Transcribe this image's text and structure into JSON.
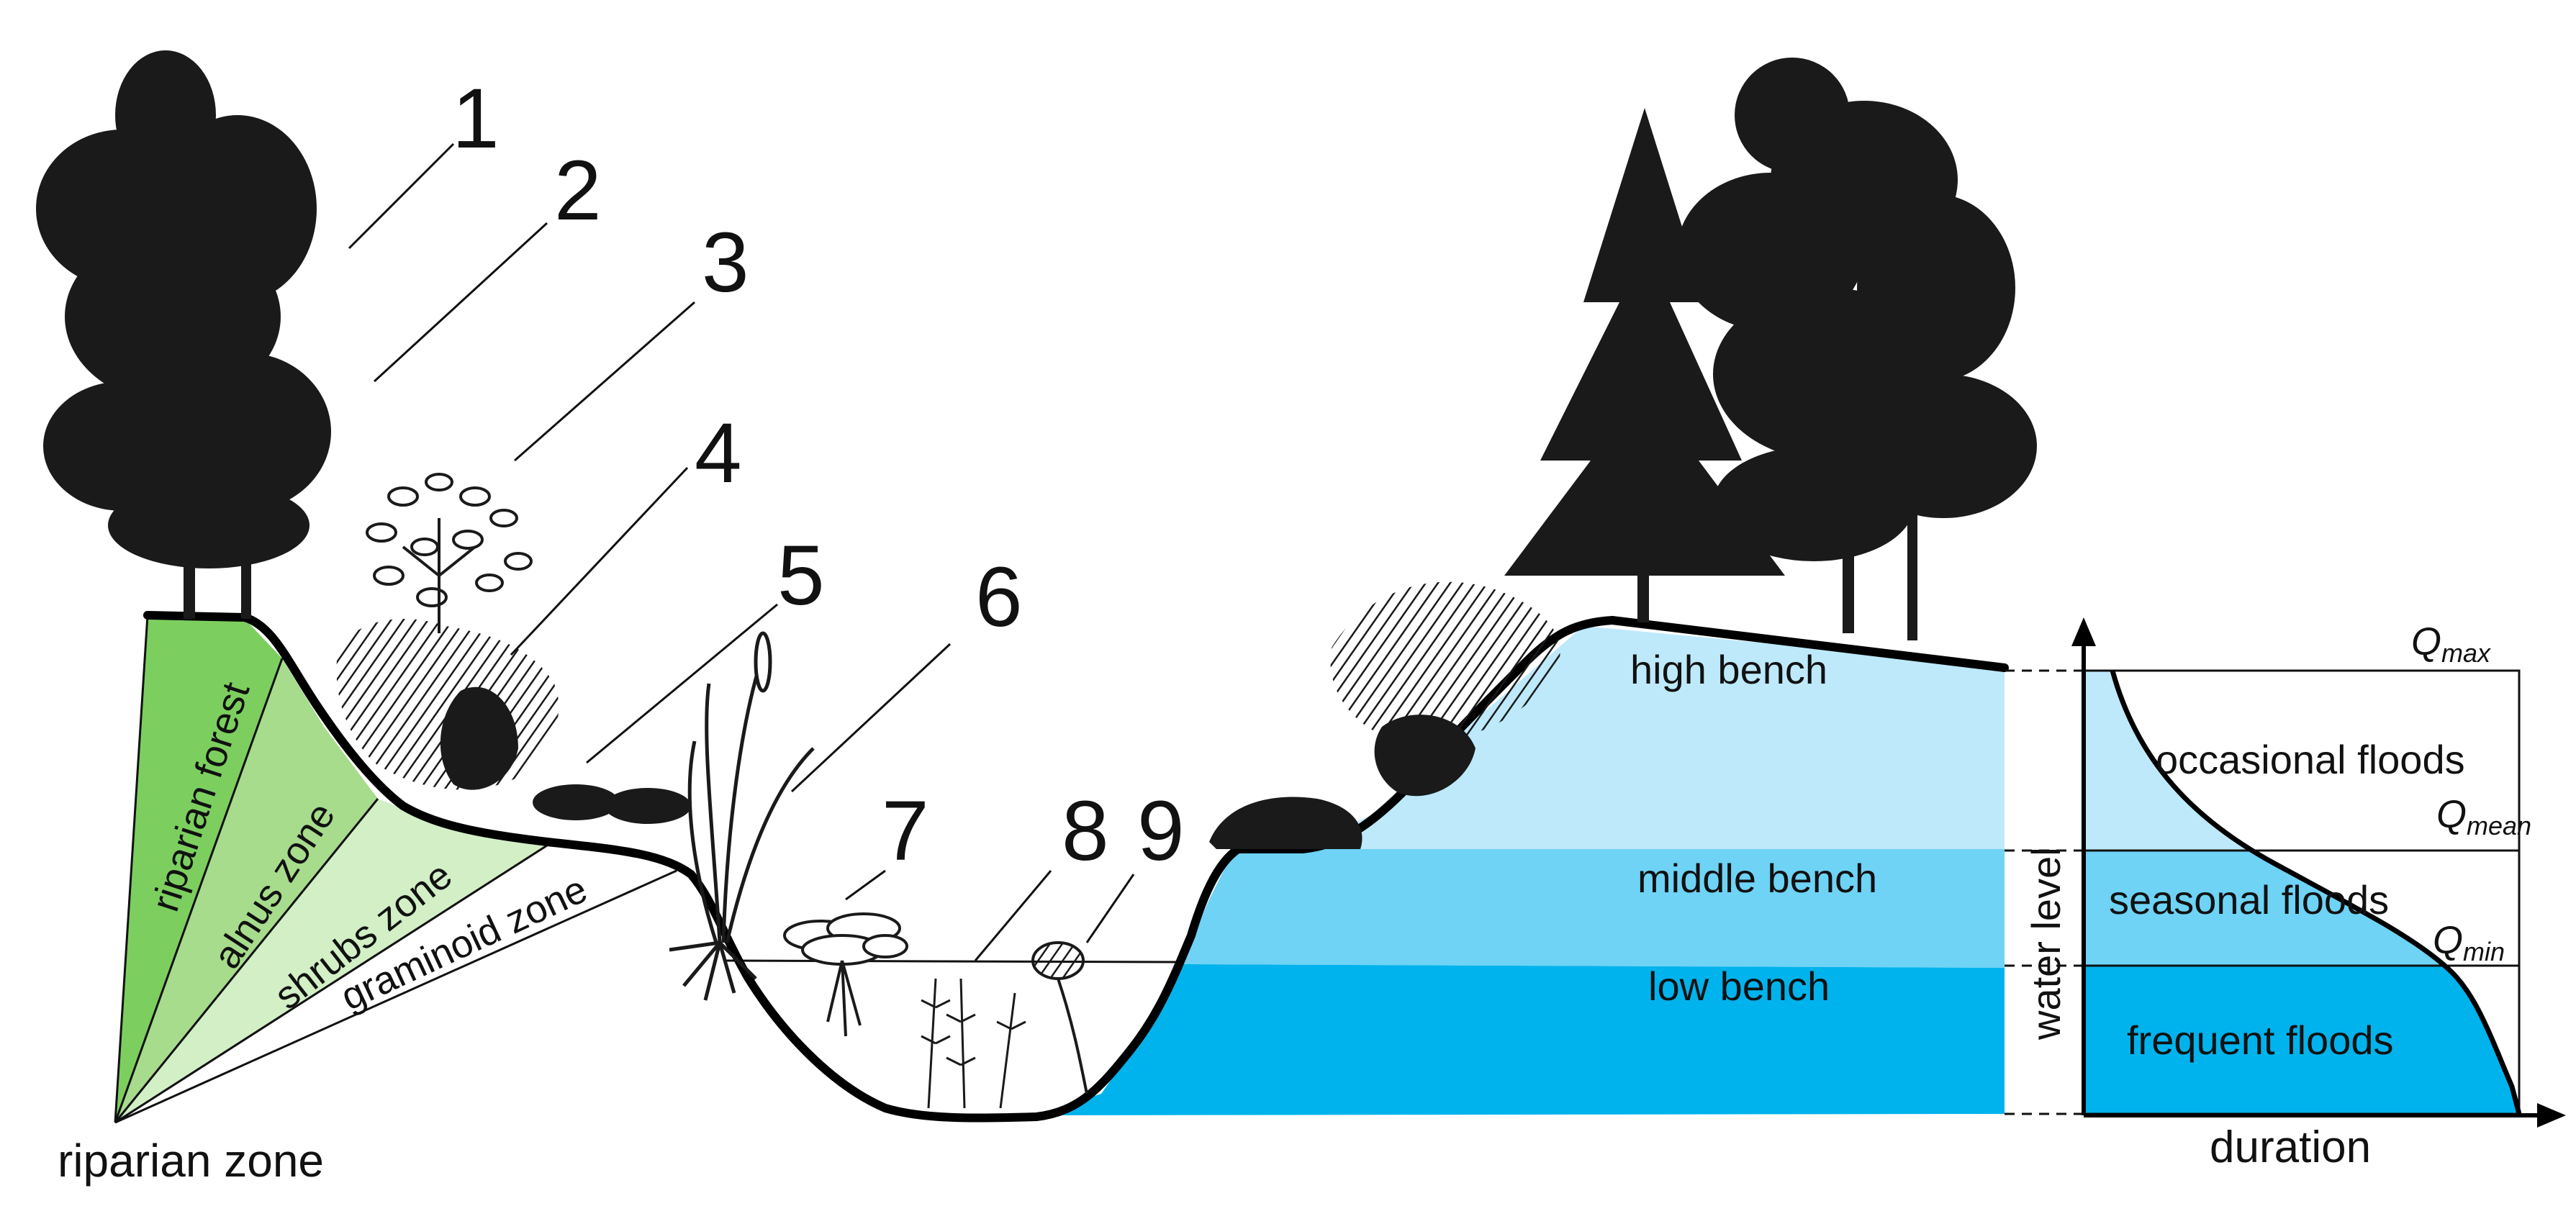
{
  "numbers": [
    "1",
    "2",
    "3",
    "4",
    "5",
    "6",
    "7",
    "8",
    "9"
  ],
  "zones": {
    "riparian_forest": "riparian forest",
    "alnus_zone": "alnus zone",
    "shrubs_zone": "shrubs zone",
    "graminoid_zone": "graminoid zone",
    "riparian_zone": "riparian zone"
  },
  "benches": {
    "high": "high bench",
    "middle": "middle bench",
    "low": "low bench"
  },
  "flood_chart": {
    "y_axis_label": "water level",
    "x_axis_label": "duration",
    "q_max": {
      "base": "Q",
      "sub": "max"
    },
    "q_mean": {
      "base": "Q",
      "sub": "mean"
    },
    "q_min": {
      "base": "Q",
      "sub": "min"
    },
    "occasional": "occasional floods",
    "seasonal": "seasonal floods",
    "frequent": "frequent floods"
  },
  "colors": {
    "riparian_forest": "#7ccf5f",
    "alnus_zone": "#a6dc8c",
    "shrubs_zone": "#d2efc6",
    "graminoid_zone": "#ffffff",
    "high_water": "#bde9fb",
    "middle_water": "#6ed3f5",
    "low_water": "#00b3ec",
    "bank_outline": "#000000"
  }
}
